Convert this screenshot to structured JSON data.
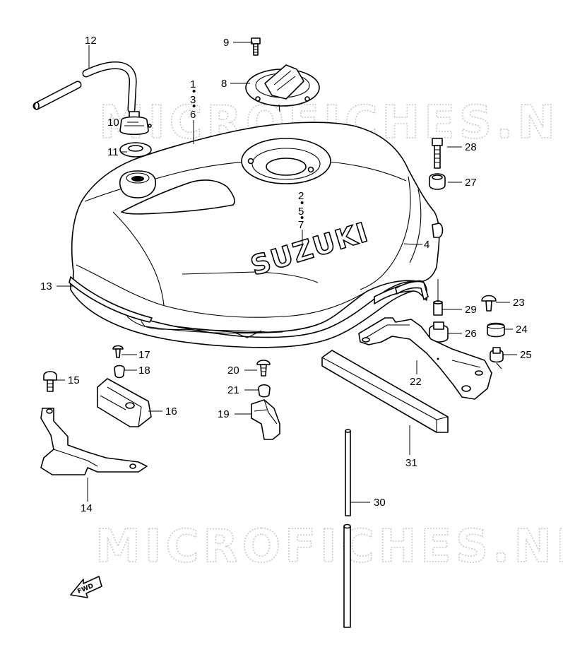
{
  "watermark": {
    "line1": "MICROFICHES.NET",
    "line2": "MICROFICHES.NET"
  },
  "tank_brand": "SUZUKI",
  "fwd_label": "FWD",
  "callouts": {
    "c1": "1",
    "c3": "3",
    "c6": "6",
    "c2": "2",
    "c5": "5",
    "c7": "7",
    "c4": "4",
    "c8": "8",
    "c9": "9",
    "c10": "10",
    "c11": "11",
    "c12": "12",
    "c13": "13",
    "c14": "14",
    "c15": "15",
    "c16": "16",
    "c17": "17",
    "c18": "18",
    "c19": "19",
    "c20": "20",
    "c21": "21",
    "c22": "22",
    "c23": "23",
    "c24": "24",
    "c25": "25",
    "c26": "26",
    "c27": "27",
    "c28": "28",
    "c29": "29",
    "c30": "30",
    "c31": "31"
  },
  "colors": {
    "line": "#000000",
    "watermark": "#c8c8c8",
    "background": "#ffffff"
  }
}
